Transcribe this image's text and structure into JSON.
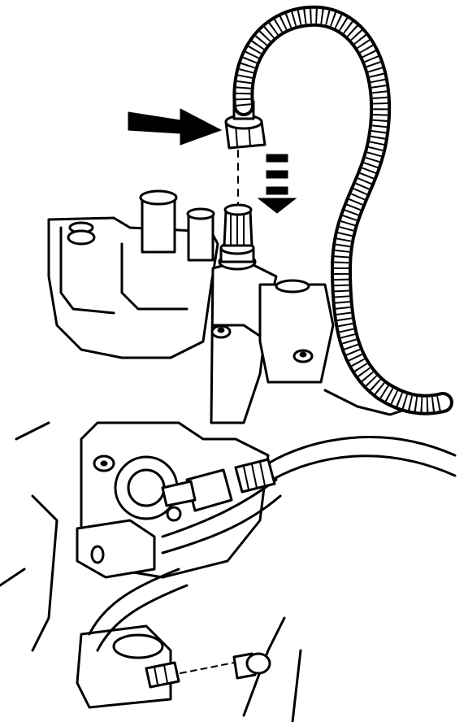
{
  "colors": {
    "line": "#000000",
    "background": "#ffffff"
  },
  "parts": [
    {
      "name": "sensor-harness-hose",
      "kind": "corrugated-conduit"
    },
    {
      "name": "harness-connector-nut",
      "kind": "connector"
    },
    {
      "name": "sensor-fitting",
      "kind": "connector"
    },
    {
      "name": "engine-block",
      "kind": "casting"
    },
    {
      "name": "fuel-line",
      "kind": "tube"
    },
    {
      "name": "lower-connector",
      "kind": "connector"
    }
  ],
  "indicators": [
    {
      "name": "pointer-arrow",
      "style": "solid"
    },
    {
      "name": "direction-arrow",
      "style": "dashed",
      "direction": "down"
    }
  ]
}
